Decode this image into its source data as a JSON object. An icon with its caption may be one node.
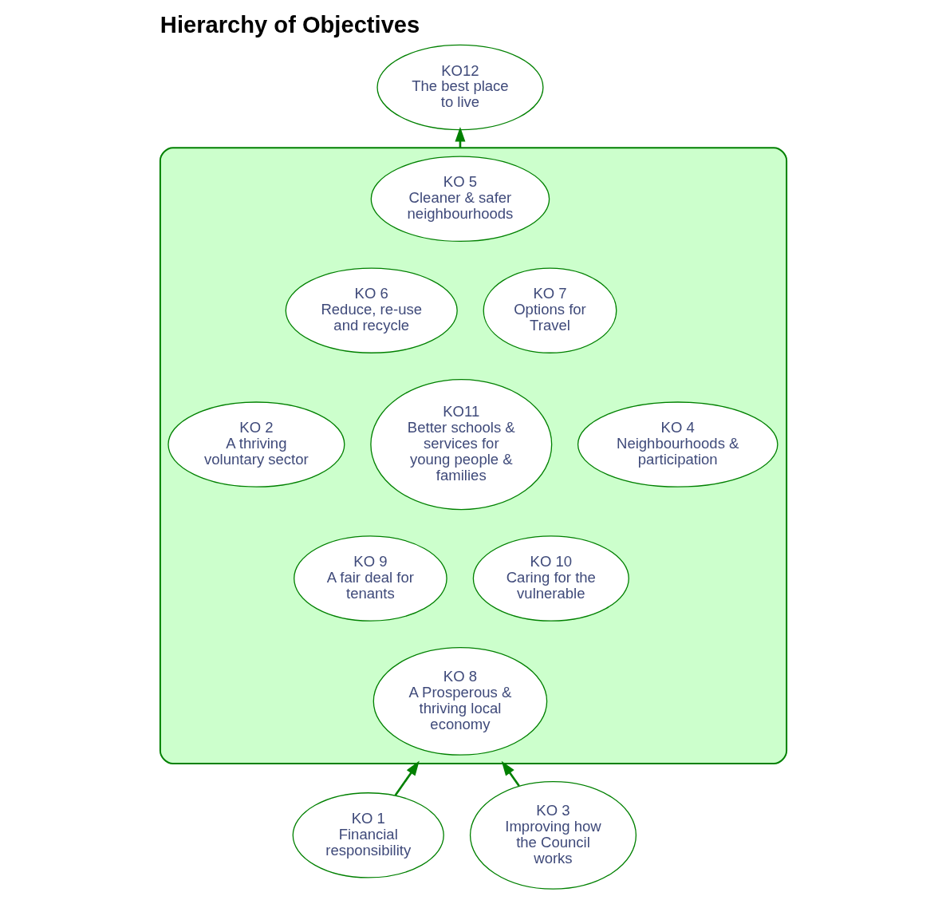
{
  "diagram": {
    "title": "Hierarchy of Objectives",
    "nodes": [
      {
        "text": [
          "KO12",
          "The best place to live"
        ]
      },
      {
        "text": [],
        "shape": "ellipse"
      },
      {
        "text": [
          "KO 5",
          "Cleaner & safer neighbourhoods"
        ],
        "in": 1
      },
      {
        "text": [
          "KO 6",
          "Reduce, re-use and recycle"
        ],
        "in": 1
      },
      {
        "text": [
          "KO 7",
          "Options for Travel"
        ],
        "in": 1
      },
      {
        "text": [
          "KO11",
          "Better schools & services for young people & families"
        ],
        "in": 1
      },
      {
        "text": [
          "KO 4",
          "Neighbourhoods & participation"
        ],
        "in": 1
      },
      {
        "text": [
          "KO 2",
          "A thriving voluntary sector"
        ],
        "in": 1
      },
      {
        "text": [
          "KO 9",
          "A fair deal for tenants"
        ],
        "in": 1
      },
      {
        "text": [
          "KO 10",
          "Caring for the vulnerable"
        ],
        "in": 1
      },
      {
        "text": [
          "KO 8",
          "A Prosperous & thriving local economy"
        ],
        "in": 1
      },
      {
        "text": [
          "KO 1",
          "Financial responsibility"
        ]
      },
      {
        "text": [
          "KO 3",
          "Improving how the Council works"
        ]
      }
    ],
    "edges": [
      {
        "from": 1,
        "to": 0,
        "arrow": "to"
      },
      {
        "from": 11,
        "to": 1,
        "arrow": "to"
      },
      {
        "from": 12,
        "to": 1,
        "arrow": "to"
      }
    ]
  }
}
